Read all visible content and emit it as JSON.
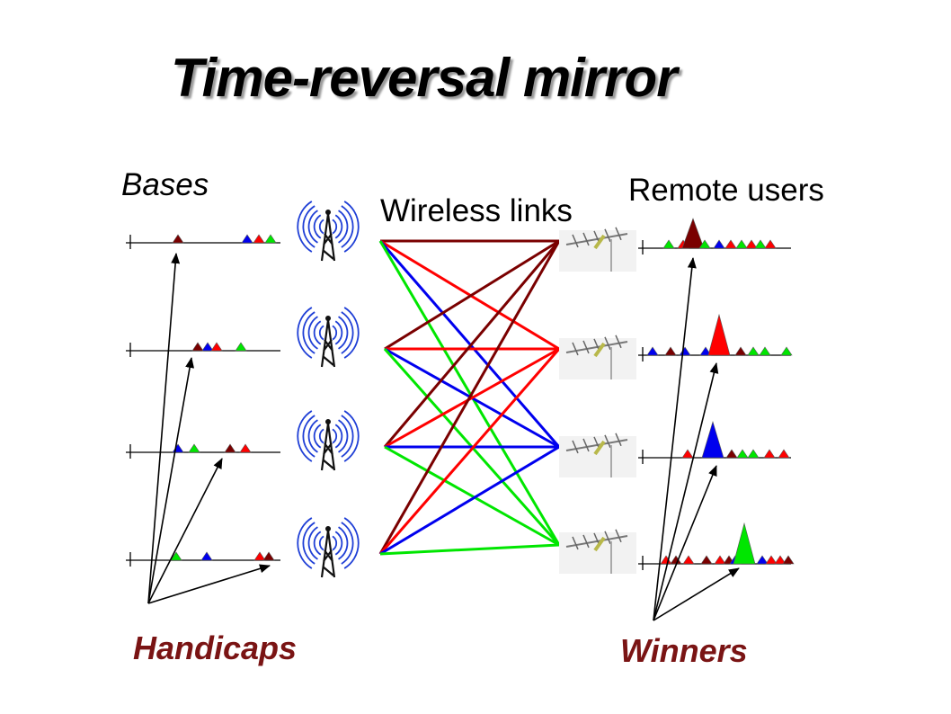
{
  "title": "Time-reversal mirror",
  "labels": {
    "bases": "Bases",
    "wireless_links": "Wireless links",
    "remote_users": "Remote users",
    "handicaps": "Handicaps",
    "winners": "Winners"
  },
  "colors": {
    "dark_red": "#7a0000",
    "red": "#ff0000",
    "blue": "#0000ee",
    "green": "#00e600",
    "label_dark_red": "#7a1414"
  },
  "icons": {
    "base_station": "radio-tower-icon",
    "remote_user": "tv-antenna-icon"
  }
}
